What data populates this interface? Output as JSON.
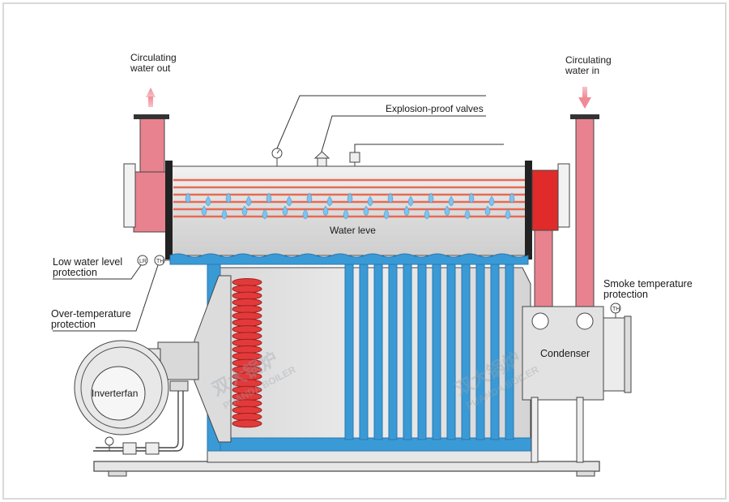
{
  "labels": {
    "circulating_out": [
      "Circulating",
      "water out"
    ],
    "circulating_in": [
      "Circulating",
      "water in"
    ],
    "explosion_valves": "Explosion-proof valves",
    "water_level": "Water leve",
    "low_water": [
      "Low water level",
      "protection"
    ],
    "over_temp": [
      "Over-temperature",
      "protection"
    ],
    "smoke_temp": [
      "Smoke temperature",
      "protection"
    ],
    "condenser": "Condenser",
    "inverter_fan": "Inverterfan"
  },
  "markers": {
    "lr": "LR",
    "th": "TH"
  },
  "watermark": {
    "cn": "双大锅炉",
    "en": "PUANDA BOILER"
  },
  "colors": {
    "pipe_red": "#e8828f",
    "flange_red": "#e12b2b",
    "water_blue": "#3a9ad6",
    "coil_red": "#e23a3a",
    "steel_gray": "#e2e2e2",
    "outline": "#333333"
  }
}
